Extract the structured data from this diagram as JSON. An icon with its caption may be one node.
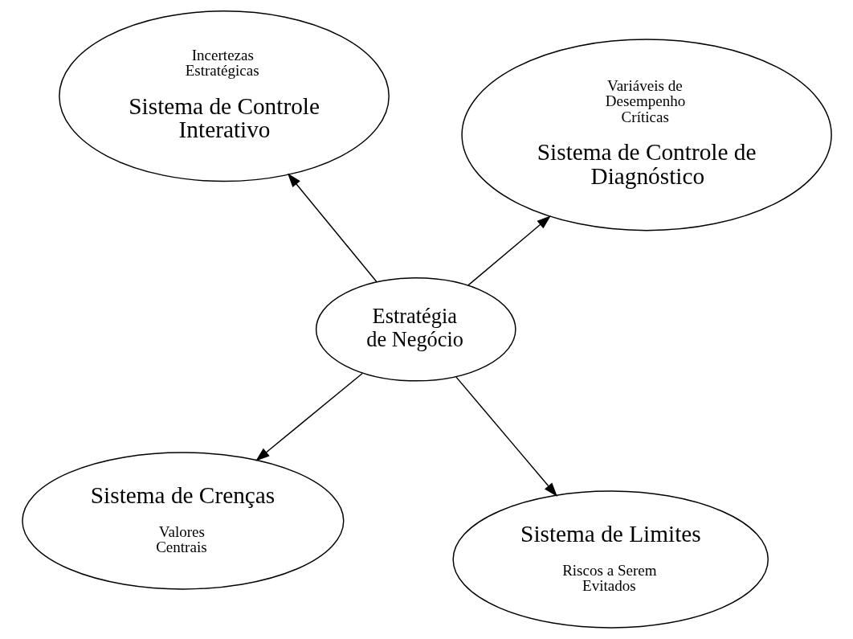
{
  "diagram": {
    "nodes": [
      {
        "text": [
          "Sistema de Crenças",
          "Valores Centrais"
        ]
      },
      {
        "text": [
          "Sistema de Limites",
          "Riscos a Serem Evitados"
        ]
      },
      {
        "text": [
          "Estratégia de Negócio"
        ]
      },
      {
        "text": [
          "Incertezas Estratégicas",
          "Sistema de Controle Interativo"
        ]
      },
      {
        "text": [
          "Variáveis de Desempenho Críticas",
          "Sistema de Controle de Diagnóstico"
        ]
      }
    ],
    "edges": [
      {
        "from": 2,
        "to": 0,
        "arrow": "to"
      },
      {
        "from": 2,
        "to": 1,
        "arrow": "to"
      },
      {
        "from": 2,
        "to": 3,
        "arrow": "to"
      },
      {
        "from": 2,
        "to": 4,
        "arrow": "to"
      }
    ]
  }
}
